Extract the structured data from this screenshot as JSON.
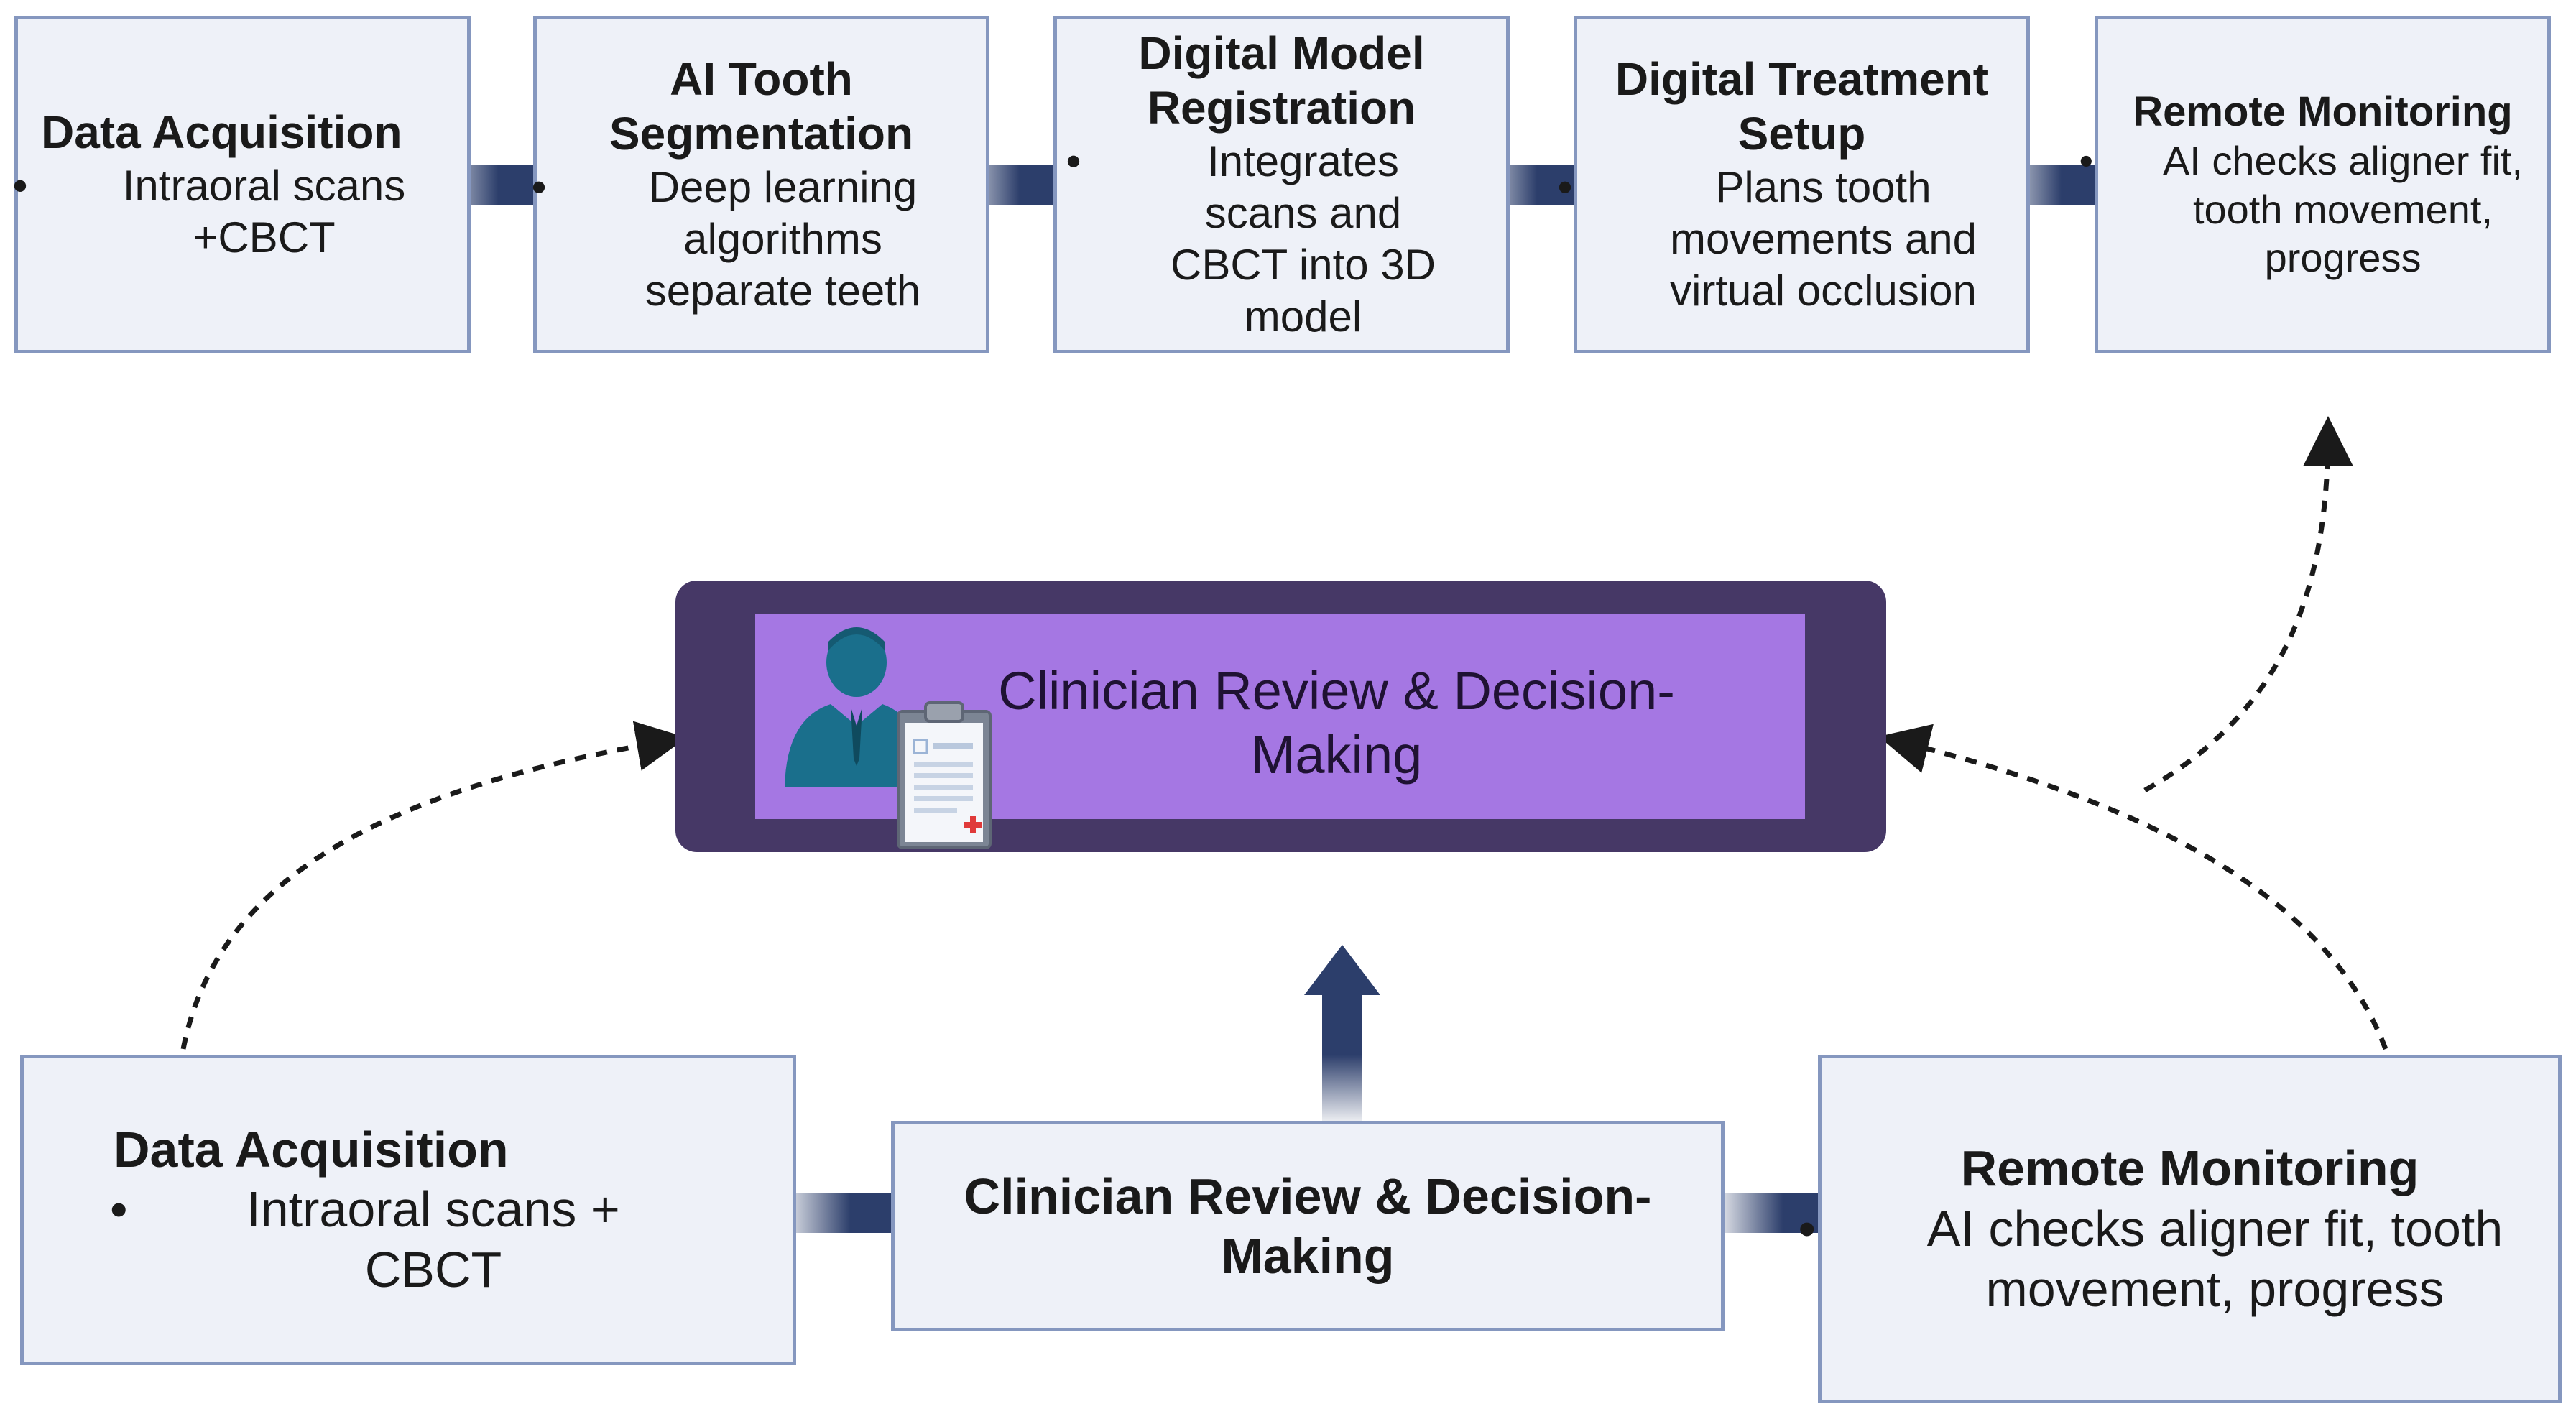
{
  "top_row": [
    {
      "title": "Data Acquisition",
      "bullet": "Intraoral scans +CBCT"
    },
    {
      "title": "AI Tooth Segmentation",
      "bullet": "Deep learning algorithms separate teeth"
    },
    {
      "title": "Digital Model Registration",
      "bullet": "Integrates scans and CBCT into 3D model"
    },
    {
      "title": "Digital Treatment Setup",
      "bullet": "Plans tooth movements and virtual occlusion"
    },
    {
      "title": "Remote Monitoring",
      "bullet": "AI checks aligner fit, tooth movement, progress"
    }
  ],
  "center": {
    "label": "Clinician Review & Decision-Making",
    "icon": "clinician-with-clipboard-icon"
  },
  "bottom_row": [
    {
      "title": "Data Acquisition",
      "bullet": "Intraoral scans + CBCT"
    },
    {
      "title": "Clinician Review & Decision-Making",
      "bullet": ""
    },
    {
      "title": "Remote Monitoring",
      "bullet": "AI checks aligner fit, tooth movement, progress"
    }
  ],
  "colors": {
    "box_fill": "#eef1f8",
    "box_border": "#8597bf",
    "arrow": "#2c3e6b",
    "center_frame": "#463866",
    "center_fill": "#a577e3",
    "clinician_icon": "#1a6f8c"
  }
}
